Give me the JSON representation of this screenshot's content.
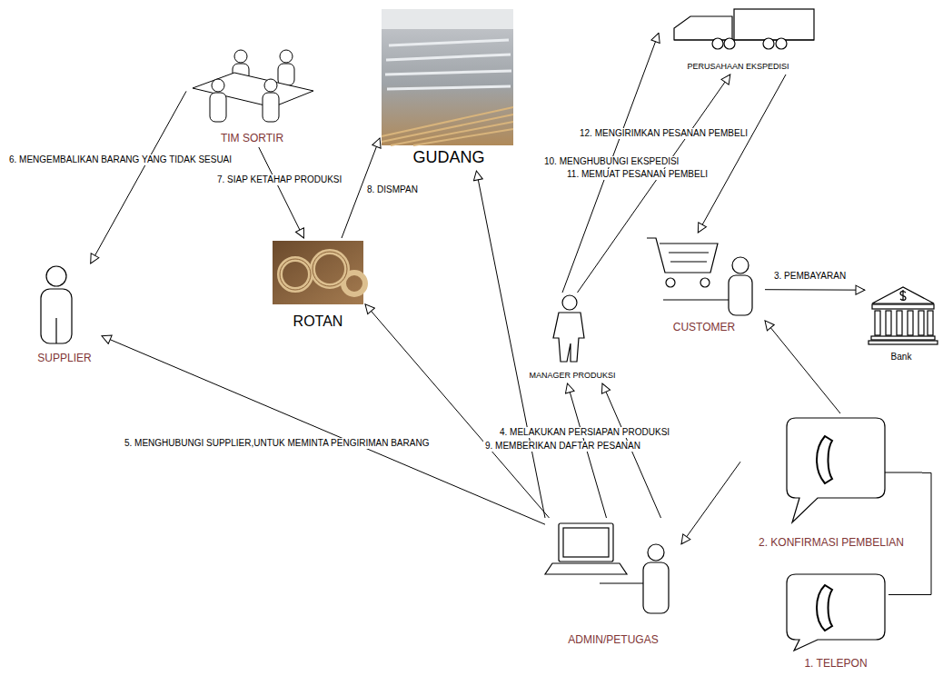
{
  "diagram": {
    "nodes": [
      {
        "text": [
          "TIM SORTIR"
        ]
      },
      {
        "text": [
          "GUDANG"
        ]
      },
      {
        "text": [
          "ROTAN"
        ]
      },
      {
        "text": [
          "SUPPLIER"
        ]
      },
      {
        "text": [
          "PERUSAHAAN EKSPEDISI"
        ]
      },
      {
        "text": [
          "CUSTOMER"
        ]
      },
      {
        "text": [
          "Bank"
        ]
      },
      {
        "text": [
          "MANAGER PRODUKSI"
        ]
      },
      {
        "text": [
          "ADMIN/PETUGAS"
        ]
      },
      {
        "text": [
          "2. KONFIRMASI PEMBELIAN"
        ]
      },
      {
        "text": [
          "1. TELEPON"
        ]
      }
    ],
    "edges": [
      {
        "from": 8,
        "to": 3,
        "arrow": "to",
        "label": "5. MENGHUBUNGI SUPPLIER,UNTUK MEMINTA PENGIRIMAN BARANG"
      },
      {
        "from": 0,
        "to": 3,
        "arrow": "to",
        "label": "6. MENGEMBALIKAN BARANG YANG TIDAK SESUAI"
      },
      {
        "from": 0,
        "to": 2,
        "arrow": "to",
        "label": "7. SIAP KETAHAP PRODUKSI"
      },
      {
        "from": 2,
        "to": 1,
        "arrow": "to",
        "label": "8. DISMPAN"
      },
      {
        "from": 8,
        "to": 1,
        "arrow": "to"
      },
      {
        "from": 8,
        "to": 2,
        "arrow": "to"
      },
      {
        "from": 8,
        "to": 7,
        "arrow": "to",
        "label": "4. MELAKUKAN PERSIAPAN PRODUKSI"
      },
      {
        "from": 8,
        "to": 7,
        "arrow": "to",
        "label": "9. MEMBERIKAN DAFTAR PESANAN"
      },
      {
        "from": 7,
        "to": 4,
        "arrow": "to",
        "label": "10. MENGHUBUNGI EKSPEDISI"
      },
      {
        "from": 7,
        "to": 4,
        "arrow": "to",
        "label": "11. MEMUAT PESANAN PEMBELI"
      },
      {
        "from": 4,
        "to": 5,
        "arrow": "to",
        "label": "12. MENGIRIMKAN PESANAN PEMBELI"
      },
      {
        "from": 5,
        "to": 6,
        "arrow": "to",
        "label": "3. PEMBAYARAN"
      },
      {
        "from": 9,
        "to": 5,
        "arrow": "to"
      },
      {
        "from": 9,
        "to": 8,
        "arrow": "to"
      },
      {
        "from": 10,
        "to": 9,
        "arrow": "none"
      }
    ]
  }
}
